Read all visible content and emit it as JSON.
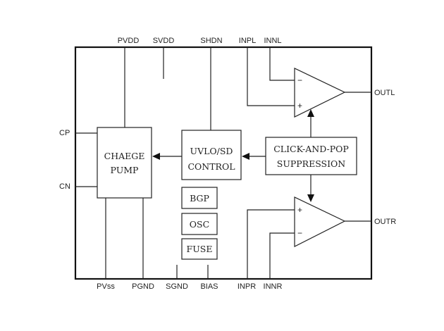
{
  "pins": {
    "pvdd": "PVDD",
    "svdd": "SVDD",
    "shdn": "SHDN",
    "inpl": "INPL",
    "innl": "INNL",
    "outl": "OUTL",
    "cp": "CP",
    "cn": "CN",
    "outr": "OUTR",
    "pvss": "PVss",
    "pgnd": "PGND",
    "sgnd": "SGND",
    "bias": "BIAS",
    "inpr": "INPR",
    "innr": "INNR"
  },
  "blocks": {
    "charge_pump": [
      "CHAEGE",
      "PUMP"
    ],
    "uvlo": [
      "UVLO/SD",
      "CONTROL"
    ],
    "click_pop": [
      "CLICK-AND-POP",
      "SUPPRESSION"
    ],
    "bgp": "BGP",
    "osc": "OSC",
    "fuse": "FUSE"
  },
  "amp_signs": {
    "minus": "−",
    "plus": "+"
  }
}
